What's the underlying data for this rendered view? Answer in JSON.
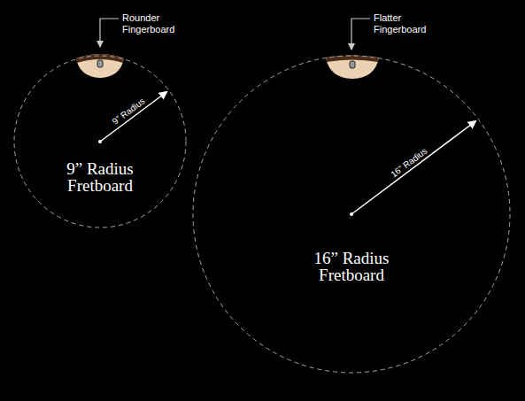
{
  "diagram": {
    "nodes": [
      {
        "text": [
          "9” Radius Fretboard"
        ]
      },
      {
        "text": [
          "16” Radius Fretboard"
        ]
      }
    ],
    "labels": [
      "Rounder Fingerboard",
      "Flatter Fingerboard",
      "9” Radius",
      "16” Radius"
    ]
  }
}
